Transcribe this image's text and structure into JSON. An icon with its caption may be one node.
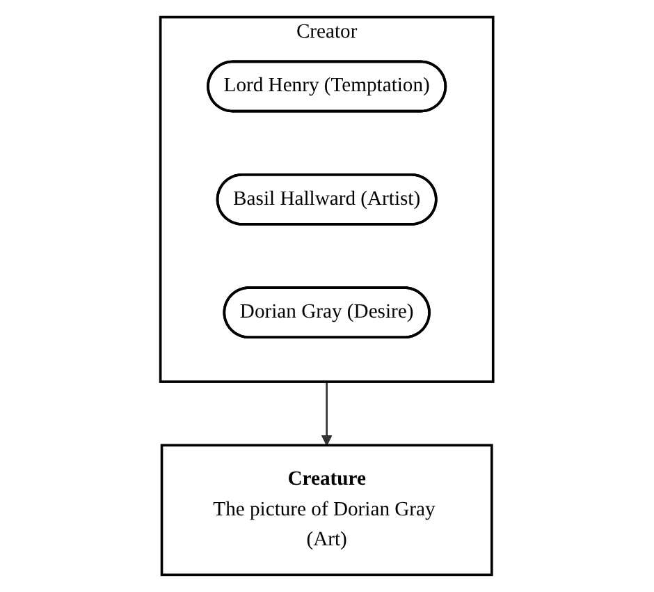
{
  "diagram": {
    "nodes": [
      {
        "text": [
          "Creator"
        ]
      },
      {
        "text": [
          "Lord Henry (Temptation)"
        ],
        "in": 0
      },
      {
        "text": [
          "Basil Hallward (Artist)"
        ],
        "in": 0
      },
      {
        "text": [
          "Dorian Gray (Desire)"
        ],
        "in": 0
      },
      {
        "text": [
          "Creature",
          "The picture of Dorian Gray (Art)"
        ]
      }
    ],
    "edges": [
      {
        "from": 0,
        "to": 4,
        "arrow": "to"
      }
    ]
  }
}
